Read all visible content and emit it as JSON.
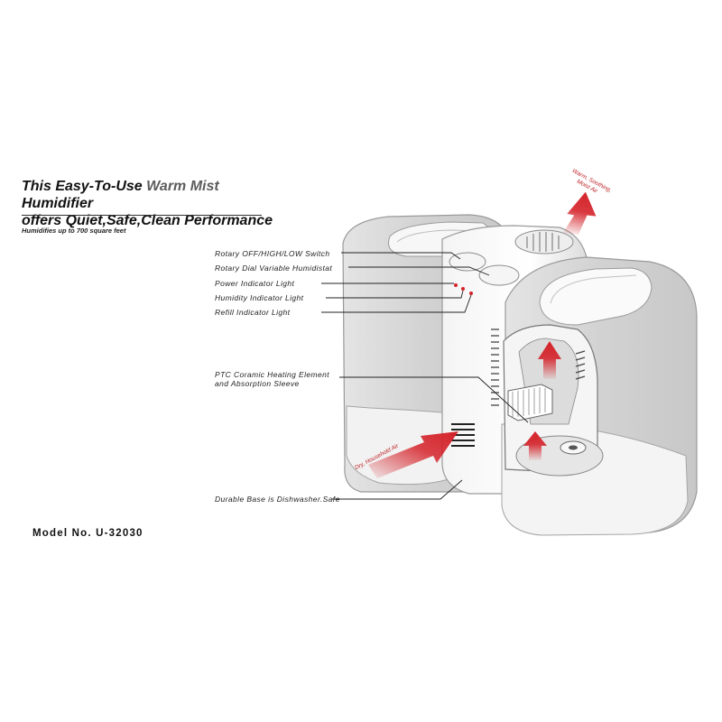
{
  "headline": {
    "line1_pre": "This Easy-To-Use ",
    "line1_accent": "Warm Mist",
    "line1_post": " Humidifier",
    "line2": "offers Quiet,Safe,Clean Performance"
  },
  "subline": "Humidifies up to 700 square feet",
  "callouts": {
    "rotary_switch": "Rotary OFF/HIGH/LOW Switch",
    "humidistat": "Rotary Dial Variable Humidistat",
    "power_light": "Power Indicator Light",
    "humidity_light": "Humidity Indicator Light",
    "refill_light": "Refill Indicator Light",
    "ptc_line1": "PTC Coramic Heating Element",
    "ptc_line2": "and Absorption Sleeve",
    "base": "Durable Base is Dishwasher.Safe"
  },
  "air_labels": {
    "warm_line1": "Warm, Soothing,",
    "warm_line2": "Moist Air",
    "dry": "Dry, Household Air"
  },
  "model": "Model No. U-32030",
  "colors": {
    "arrow_red": "#d4232a",
    "body_grey": "#d6d6d6",
    "outline": "#9a9a9a"
  }
}
